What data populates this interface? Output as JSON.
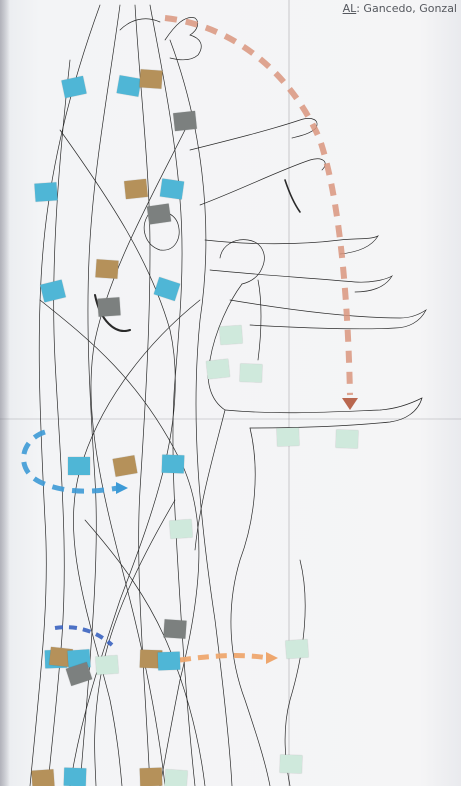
{
  "photo": {
    "caption": "AL: Gancedo, Gonzal",
    "caption_prefix": "AL",
    "caption_rest": ": Gancedo, Gonzal"
  },
  "colors": {
    "paper": "#f4f4f5",
    "pencil": "#2a2a2a",
    "blue_note": "#4fb6d6",
    "brown_note": "#b5915a",
    "gray_note": "#7c807f",
    "mint_note": "#cfe9dc",
    "red_arrow": "#c0705a",
    "blue_arrow": "#3a8fd0",
    "orange_arrow": "#e9a165"
  },
  "notes": [
    {
      "id": "n1",
      "color": "blue"
    },
    {
      "id": "n2",
      "color": "blue"
    },
    {
      "id": "n3",
      "color": "brown"
    },
    {
      "id": "n4",
      "color": "gray"
    },
    {
      "id": "n5",
      "color": "blue"
    },
    {
      "id": "n6",
      "color": "brown"
    },
    {
      "id": "n7",
      "color": "blue"
    },
    {
      "id": "n8",
      "color": "gray"
    },
    {
      "id": "n9",
      "color": "blue"
    },
    {
      "id": "n10",
      "color": "brown"
    },
    {
      "id": "n11",
      "color": "gray"
    },
    {
      "id": "n12",
      "color": "blue"
    },
    {
      "id": "n13",
      "color": "mint"
    },
    {
      "id": "n14",
      "color": "mint"
    },
    {
      "id": "n15",
      "color": "mint"
    },
    {
      "id": "n16",
      "color": "mint"
    },
    {
      "id": "n17",
      "color": "mint"
    },
    {
      "id": "n18",
      "color": "blue"
    },
    {
      "id": "n19",
      "color": "brown"
    },
    {
      "id": "n20",
      "color": "blue"
    },
    {
      "id": "n21",
      "color": "mint"
    },
    {
      "id": "n22",
      "color": "gray"
    },
    {
      "id": "n23",
      "color": "blue"
    },
    {
      "id": "n24",
      "color": "brown"
    },
    {
      "id": "n25",
      "color": "blue"
    },
    {
      "id": "n26",
      "color": "gray"
    },
    {
      "id": "n27",
      "color": "mint"
    },
    {
      "id": "n28",
      "color": "brown"
    },
    {
      "id": "n29",
      "color": "blue"
    },
    {
      "id": "n30",
      "color": "mint"
    },
    {
      "id": "n31",
      "color": "mint"
    },
    {
      "id": "n32",
      "color": "brown"
    },
    {
      "id": "n33",
      "color": "blue"
    },
    {
      "id": "n34",
      "color": "brown"
    },
    {
      "id": "n35",
      "color": "mint"
    }
  ]
}
